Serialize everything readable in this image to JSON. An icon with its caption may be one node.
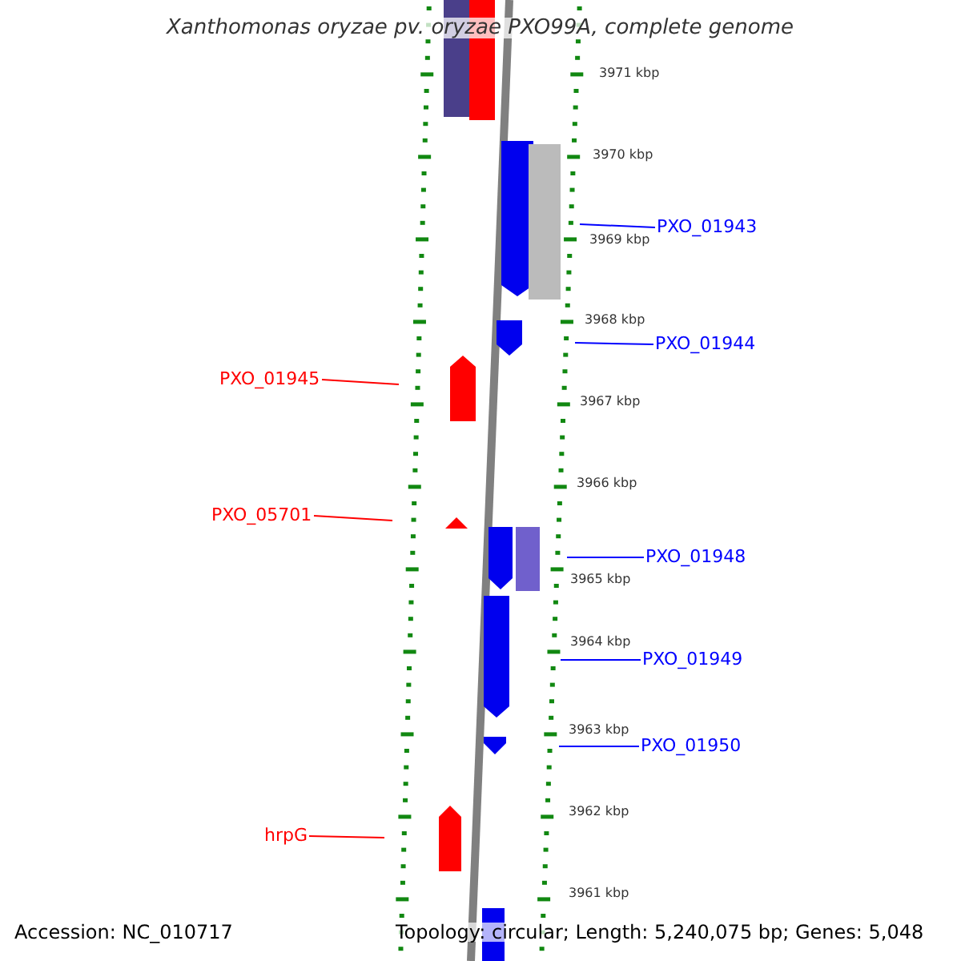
{
  "diagram": {
    "title": "Xanthomonas oryzae pv. oryzae PXO99A, complete genome",
    "nodes": [
      {
        "text": [
          "PXO_01943"
        ]
      },
      {
        "text": [
          "PXO_01944"
        ]
      },
      {
        "text": [
          "PXO_01945"
        ]
      },
      {
        "text": [
          "PXO_05701"
        ]
      },
      {
        "text": [
          "PXO_01948"
        ]
      },
      {
        "text": [
          "PXO_01949"
        ]
      },
      {
        "text": [
          "PXO_01950"
        ]
      },
      {
        "text": [
          "hrpG"
        ]
      }
    ],
    "edges": [
      {
        "from": 0,
        "to": null,
        "arrow": "none",
        "color": "#0000ff"
      },
      {
        "from": 1,
        "to": null,
        "arrow": "none",
        "color": "#0000ff"
      },
      {
        "from": 2,
        "to": null,
        "arrow": "none",
        "color": "#ff0000"
      },
      {
        "from": 3,
        "to": null,
        "arrow": "none",
        "color": "#ff0000"
      },
      {
        "from": 4,
        "to": null,
        "arrow": "none",
        "color": "#0000ff"
      },
      {
        "from": 5,
        "to": null,
        "arrow": "none",
        "color": "#0000ff"
      },
      {
        "from": 6,
        "to": null,
        "arrow": "none",
        "color": "#0000ff"
      },
      {
        "from": 7,
        "to": null,
        "arrow": "none",
        "color": "#ff0000"
      }
    ],
    "labels": [
      "3971 kbp",
      "3970 kbp",
      "3969 kbp",
      "3968 kbp",
      "3967 kbp",
      "3966 kbp",
      "3965 kbp",
      "3964 kbp",
      "3963 kbp",
      "3962 kbp",
      "3961 kbp",
      "Accession: NC_010717",
      "Topology: circular; Length: 5,240,075 bp; Genes: 5,048"
    ]
  }
}
